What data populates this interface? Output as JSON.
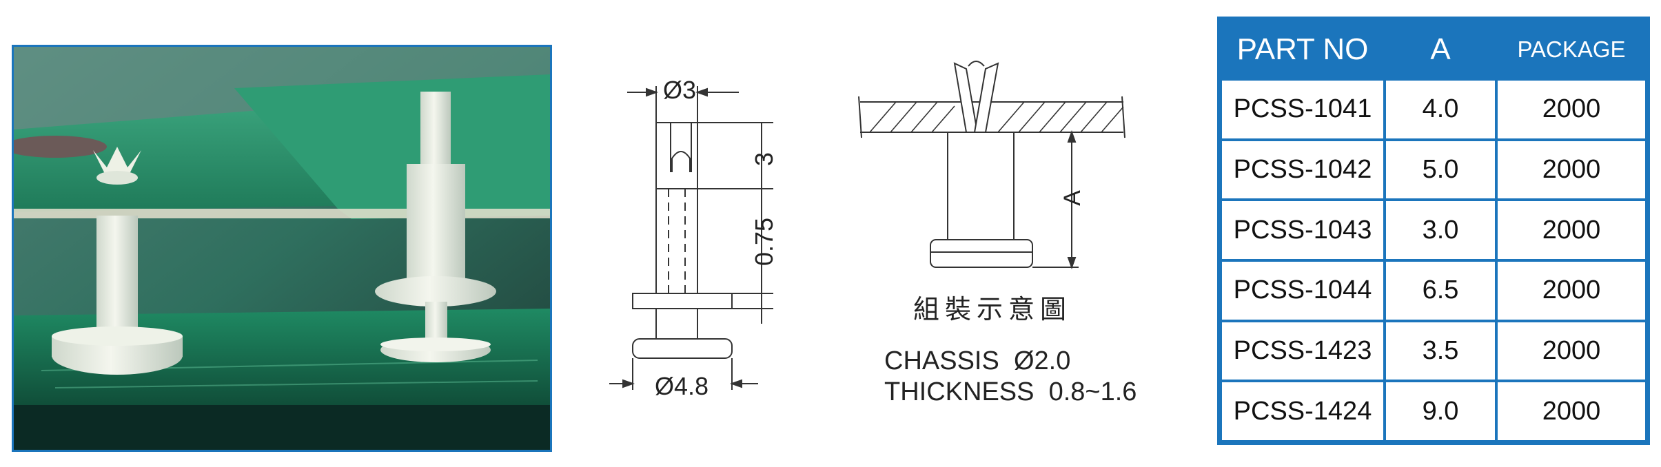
{
  "drawing_labels": {
    "top_diameter": "Ø3",
    "head_height": "3",
    "body_length": "0.75",
    "base_diameter": "Ø4.8",
    "dimension_a": "A",
    "assembly_caption": "組裝示意圖",
    "chassis_line1": "CHASSIS  Ø2.0",
    "chassis_line2": "THICKNESS  0.8~1.6"
  },
  "table": {
    "headers": [
      "PART NO",
      "A",
      "PACKAGE"
    ],
    "rows": [
      [
        "PCSS-1041",
        "4.0",
        "2000"
      ],
      [
        "PCSS-1042",
        "5.0",
        "2000"
      ],
      [
        "PCSS-1043",
        "3.0",
        "2000"
      ],
      [
        "PCSS-1044",
        "6.5",
        "2000"
      ],
      [
        "PCSS-1423",
        "3.5",
        "2000"
      ],
      [
        "PCSS-1424",
        "9.0",
        "2000"
      ]
    ]
  },
  "colors": {
    "accent": "#1b75bc",
    "pcb_green": "#2a8a6a"
  }
}
